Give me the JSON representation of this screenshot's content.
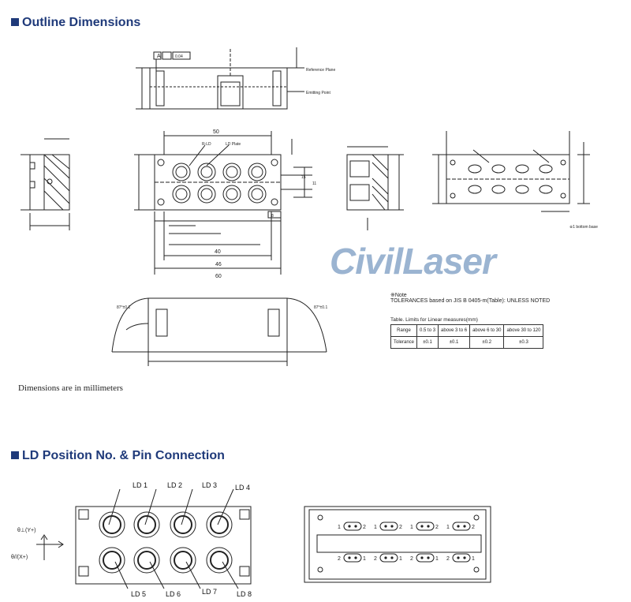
{
  "sections": {
    "outline_title": "Outline Dimensions",
    "pin_title": "LD Position No. & Pin Connection"
  },
  "colors": {
    "title_blue": "#1f3a7a",
    "watermark": "#8aa7c9",
    "line": "#222222"
  },
  "watermark": "CivilLaser",
  "dimensions_note": "Dimensions are in millimeters",
  "notes": {
    "note_label": "※Note",
    "tolerance_line": "TOLERANCES based on JIS B 0405-m(Table): UNLESS NOTED",
    "table_caption": "Table. Limits for Linear measures(mm)"
  },
  "tolerance_table": {
    "rows": [
      [
        "Range",
        "0.5 to 3",
        "above 3 to 6",
        "above 6 to 30",
        "above 30 to 120"
      ],
      [
        "Tolerance",
        "±0.1",
        "±0.1",
        "±0.2",
        "±0.3"
      ]
    ]
  },
  "drawing_labels": {
    "datum_a": "A",
    "flatness": "0.04",
    "ref_plane": "Reference Plane",
    "emit_point": "Emitting Point",
    "dim_50": "50",
    "dim_40": "40",
    "dim_60": "60",
    "dim_46": "46",
    "dim_11": "11",
    "dim_15": "15",
    "dim_8": "8",
    "ld_chip": "R-LD",
    "ld_plate": "LD Plate",
    "bottom_note": "※1 bottom base",
    "angle_left": "87°±0.1",
    "angle_right": "87°±0.1"
  },
  "ld_labels": [
    "LD 1",
    "LD 2",
    "LD 3",
    "LD 4",
    "LD 5",
    "LD 6",
    "LD 7",
    "LD 8"
  ],
  "axis_labels": {
    "y": "θ⊥(Y+)",
    "x": "θ//(X+)"
  },
  "pins": {
    "top_left": "1",
    "top_right": "2",
    "bottom_left": "2",
    "bottom_right": "1"
  }
}
